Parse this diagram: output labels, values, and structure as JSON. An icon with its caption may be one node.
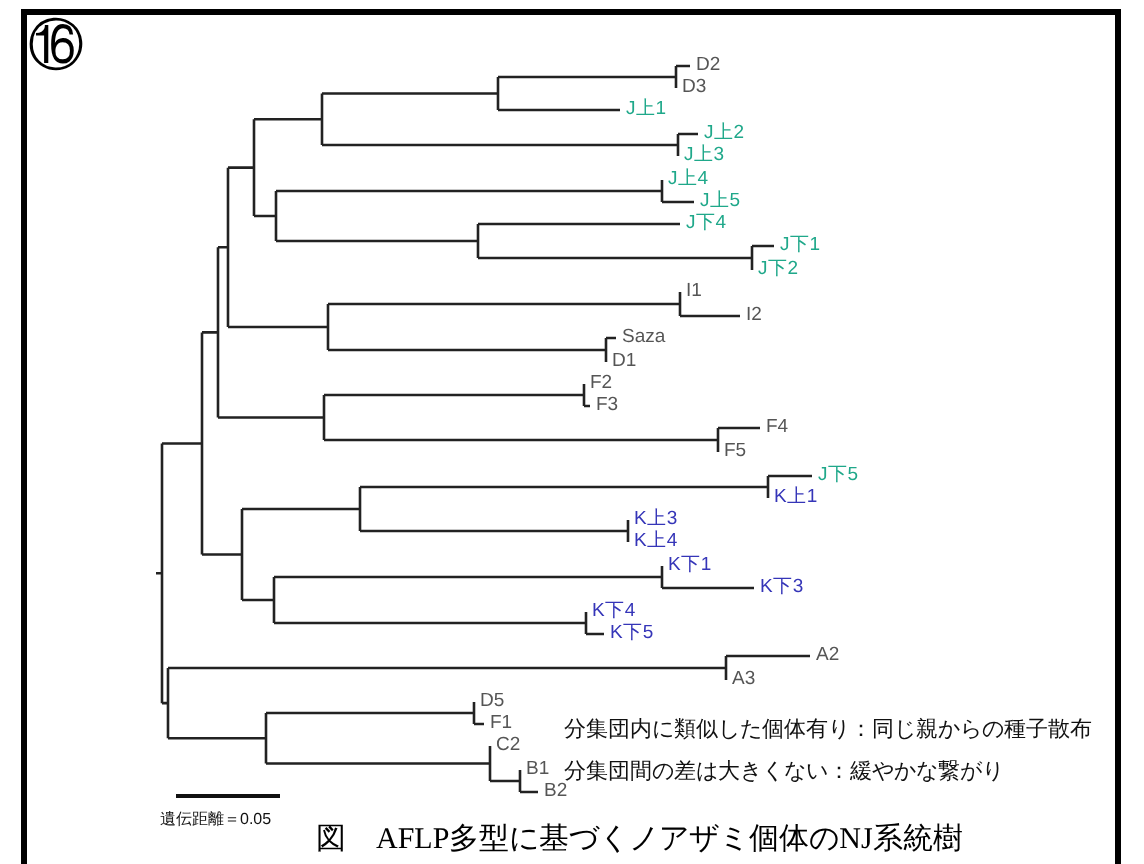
{
  "diagram": {
    "caption": "図　AFLP多型に基づくノアザミ個体のNJ系統樹",
    "labels": [
      "⑯",
      "D2",
      "D3",
      "J上1",
      "J上2",
      "J上3",
      "J上4",
      "J上5",
      "J下4",
      "J下1",
      "J下2",
      "I1",
      "I2",
      "Saza",
      "D1",
      "F2",
      "F3",
      "F4",
      "F5",
      "J下5",
      "K上1",
      "K上3",
      "K上4",
      "K下1",
      "K下3",
      "K下4",
      "K下5",
      "A2",
      "A3",
      "D5",
      "F1",
      "C2",
      "B1",
      "B2",
      "分集団内に類似した個体有り：同じ親からの種子散布",
      "分集団間の差は大きくない：緩やかな繋がり",
      "遺伝距離＝0.05"
    ]
  }
}
